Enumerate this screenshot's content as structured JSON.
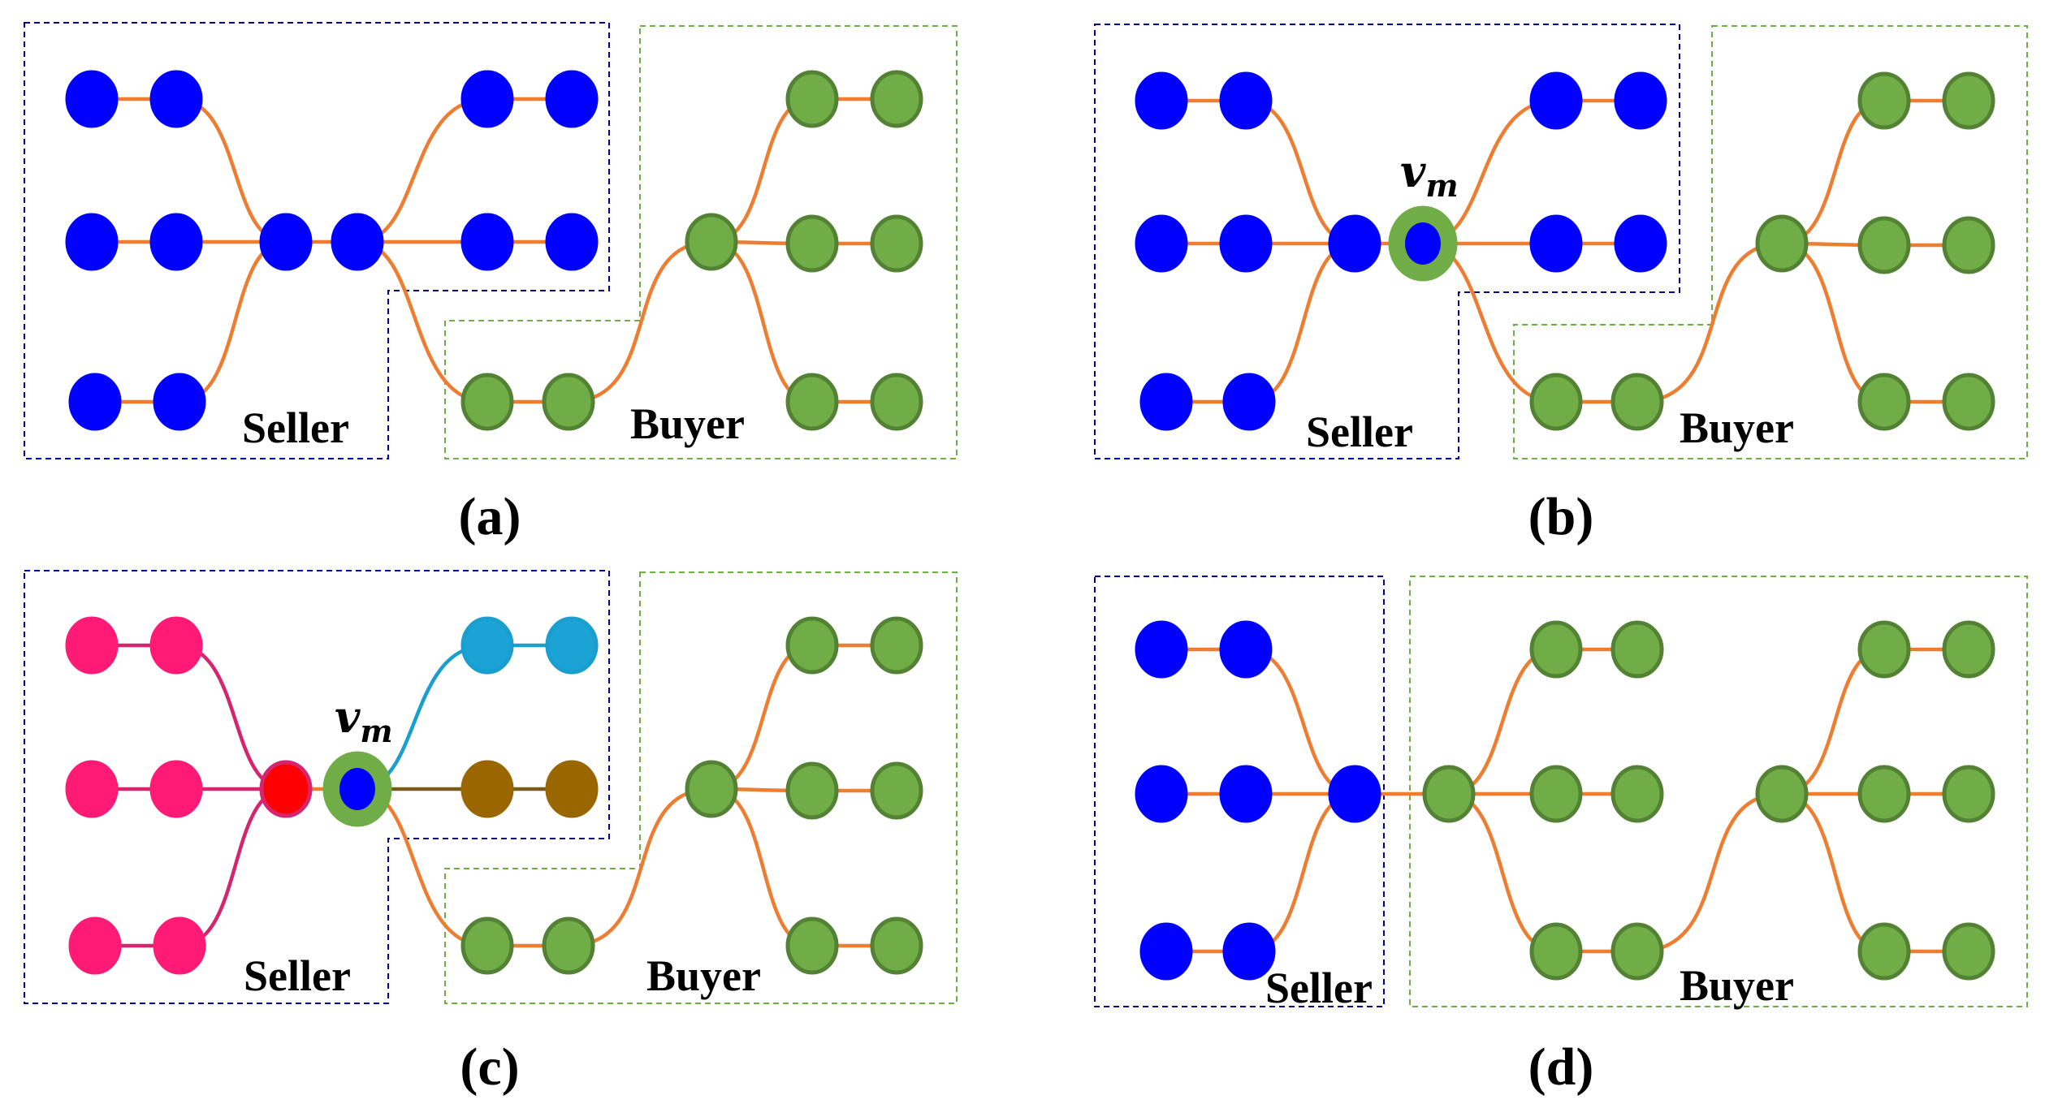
{
  "colors": {
    "seller_node": "#0000ff",
    "buyer_node": "#70ad47",
    "buyer_node_stroke": "#548235",
    "edge": "#ed7d31",
    "seller_box": "#00008b",
    "buyer_box": "#70ad47",
    "pink_node": "#ff1a75",
    "pink_edge": "#d6256f",
    "red_node": "#ff0000",
    "cyan_node": "#1aa3d4",
    "cyan_edge": "#1a9ed0",
    "brown_node": "#996600",
    "brown_edge": "#7a5a1a"
  },
  "panels": [
    {
      "id": "a",
      "label": "(a)",
      "seller_label": "Seller",
      "buyer_label": "Buyer"
    },
    {
      "id": "b",
      "label": "(b)",
      "seller_label": "Seller",
      "buyer_label": "Buyer",
      "marked_node": {
        "symbol": "v",
        "subscript": "m"
      }
    },
    {
      "id": "c",
      "label": "(c)",
      "seller_label": "Seller",
      "buyer_label": "Buyer",
      "marked_node": {
        "symbol": "v",
        "subscript": "m"
      }
    },
    {
      "id": "d",
      "label": "(d)",
      "seller_label": "Seller",
      "buyer_label": "Buyer"
    }
  ]
}
